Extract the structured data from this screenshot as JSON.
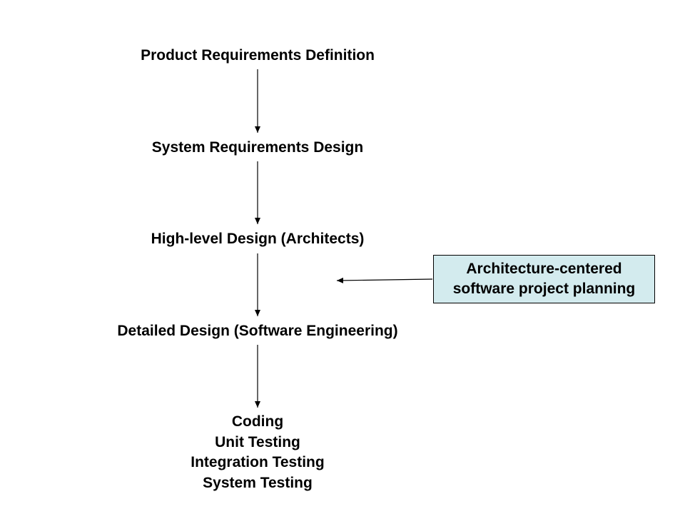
{
  "steps": [
    "Product Requirements Definition",
    "System Requirements Design",
    "High-level Design (Architects)",
    "Detailed Design (Software Engineering)"
  ],
  "final_block": {
    "lines": [
      "Coding",
      "Unit Testing",
      "Integration Testing",
      "System Testing"
    ]
  },
  "note": {
    "lines": [
      "Architecture-centered",
      "software project planning"
    ],
    "fill_color": "#d3ebee",
    "border_color": "#000000"
  },
  "colors": {
    "text": "#000000",
    "arrow": "#000000",
    "background": "#ffffff"
  }
}
